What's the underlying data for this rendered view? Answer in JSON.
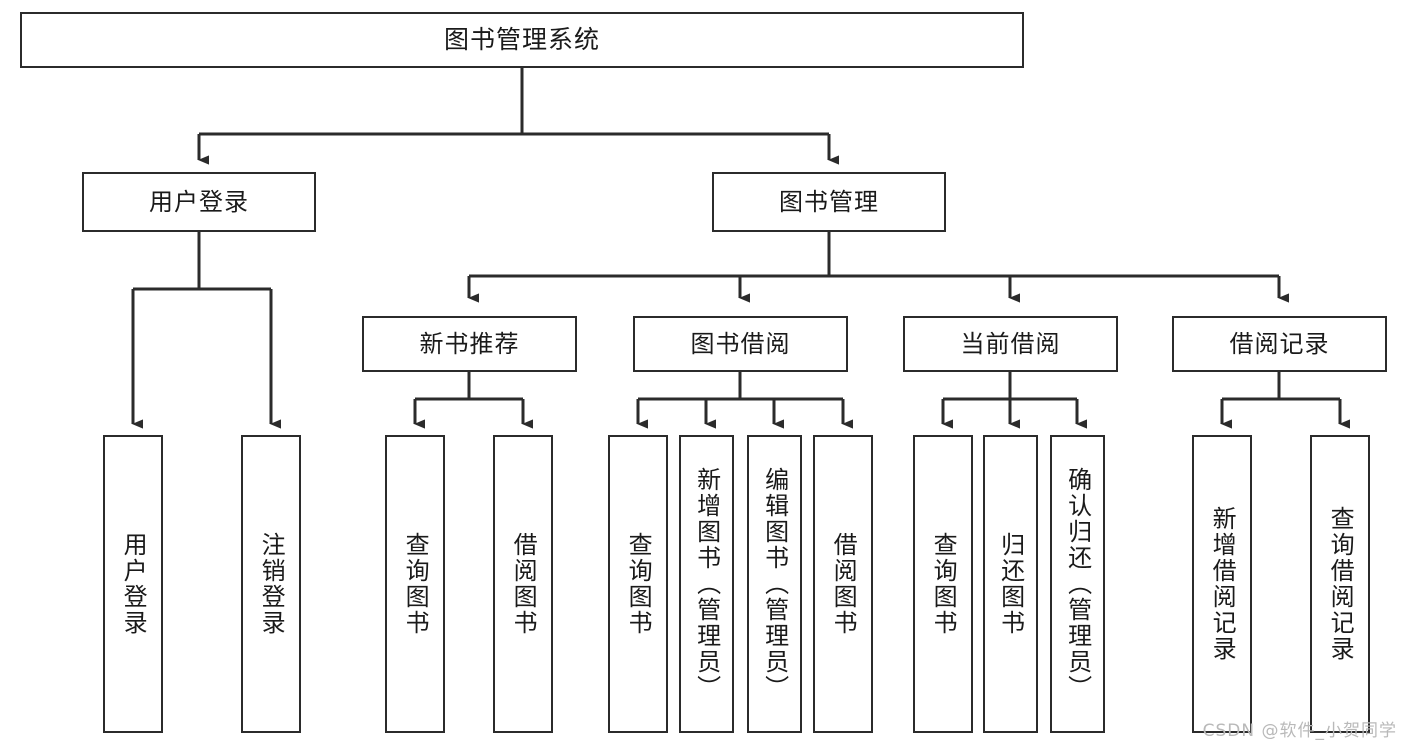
{
  "diagram": {
    "title": "图书管理系统",
    "type": "tree-hierarchy-diagram",
    "colors": {
      "stroke": "#2b2b2b",
      "fill": "#ffffff",
      "text": "#1a1a1a",
      "watermark": "#b9b9b9"
    },
    "root": {
      "label": "图书管理系统"
    },
    "level2": [
      {
        "label": "用户登录"
      },
      {
        "label": "图书管理"
      }
    ],
    "level3": [
      {
        "label": "新书推荐"
      },
      {
        "label": "图书借阅"
      },
      {
        "label": "当前借阅"
      },
      {
        "label": "借阅记录"
      }
    ],
    "leaves": {
      "user_login": [
        {
          "label": "用户登录"
        },
        {
          "label": "注销登录"
        }
      ],
      "new_book": [
        {
          "label": "查询图书"
        },
        {
          "label": "借阅图书"
        }
      ],
      "borrow_book": [
        {
          "label": "查询图书"
        },
        {
          "label": "新增图书（管理员）"
        },
        {
          "label": "编辑图书（管理员）"
        },
        {
          "label": "借阅图书"
        }
      ],
      "current_borrow": [
        {
          "label": "查询图书"
        },
        {
          "label": "归还图书"
        },
        {
          "label": "确认归还（管理员）"
        }
      ],
      "borrow_record": [
        {
          "label": "新增借阅记录"
        },
        {
          "label": "查询借阅记录"
        }
      ]
    },
    "watermark": "CSDN @软件_小贺同学"
  }
}
